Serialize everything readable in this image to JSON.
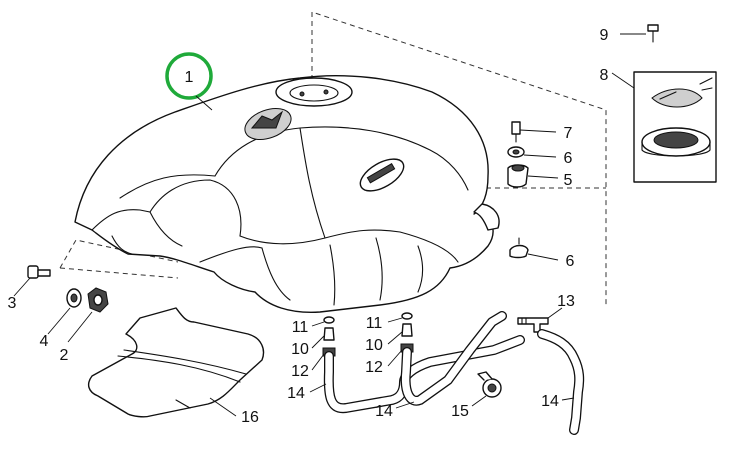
{
  "highlight_color": "#1faa3a",
  "callouts": [
    {
      "id": "c1",
      "text": "1"
    },
    {
      "id": "c9",
      "text": "9"
    },
    {
      "id": "c8",
      "text": "8"
    },
    {
      "id": "c7",
      "text": "7"
    },
    {
      "id": "c6a",
      "text": "6"
    },
    {
      "id": "c5",
      "text": "5"
    },
    {
      "id": "c6b",
      "text": "6"
    },
    {
      "id": "c3",
      "text": "3"
    },
    {
      "id": "c4",
      "text": "4"
    },
    {
      "id": "c2",
      "text": "2"
    },
    {
      "id": "c11a",
      "text": "11"
    },
    {
      "id": "c10a",
      "text": "10"
    },
    {
      "id": "c12a",
      "text": "12"
    },
    {
      "id": "c14a",
      "text": "14"
    },
    {
      "id": "c11b",
      "text": "11"
    },
    {
      "id": "c10b",
      "text": "10"
    },
    {
      "id": "c12b",
      "text": "12"
    },
    {
      "id": "c14b",
      "text": "14"
    },
    {
      "id": "c13",
      "text": "13"
    },
    {
      "id": "c15",
      "text": "15"
    },
    {
      "id": "c14c",
      "text": "14"
    },
    {
      "id": "c16",
      "text": "16"
    }
  ]
}
